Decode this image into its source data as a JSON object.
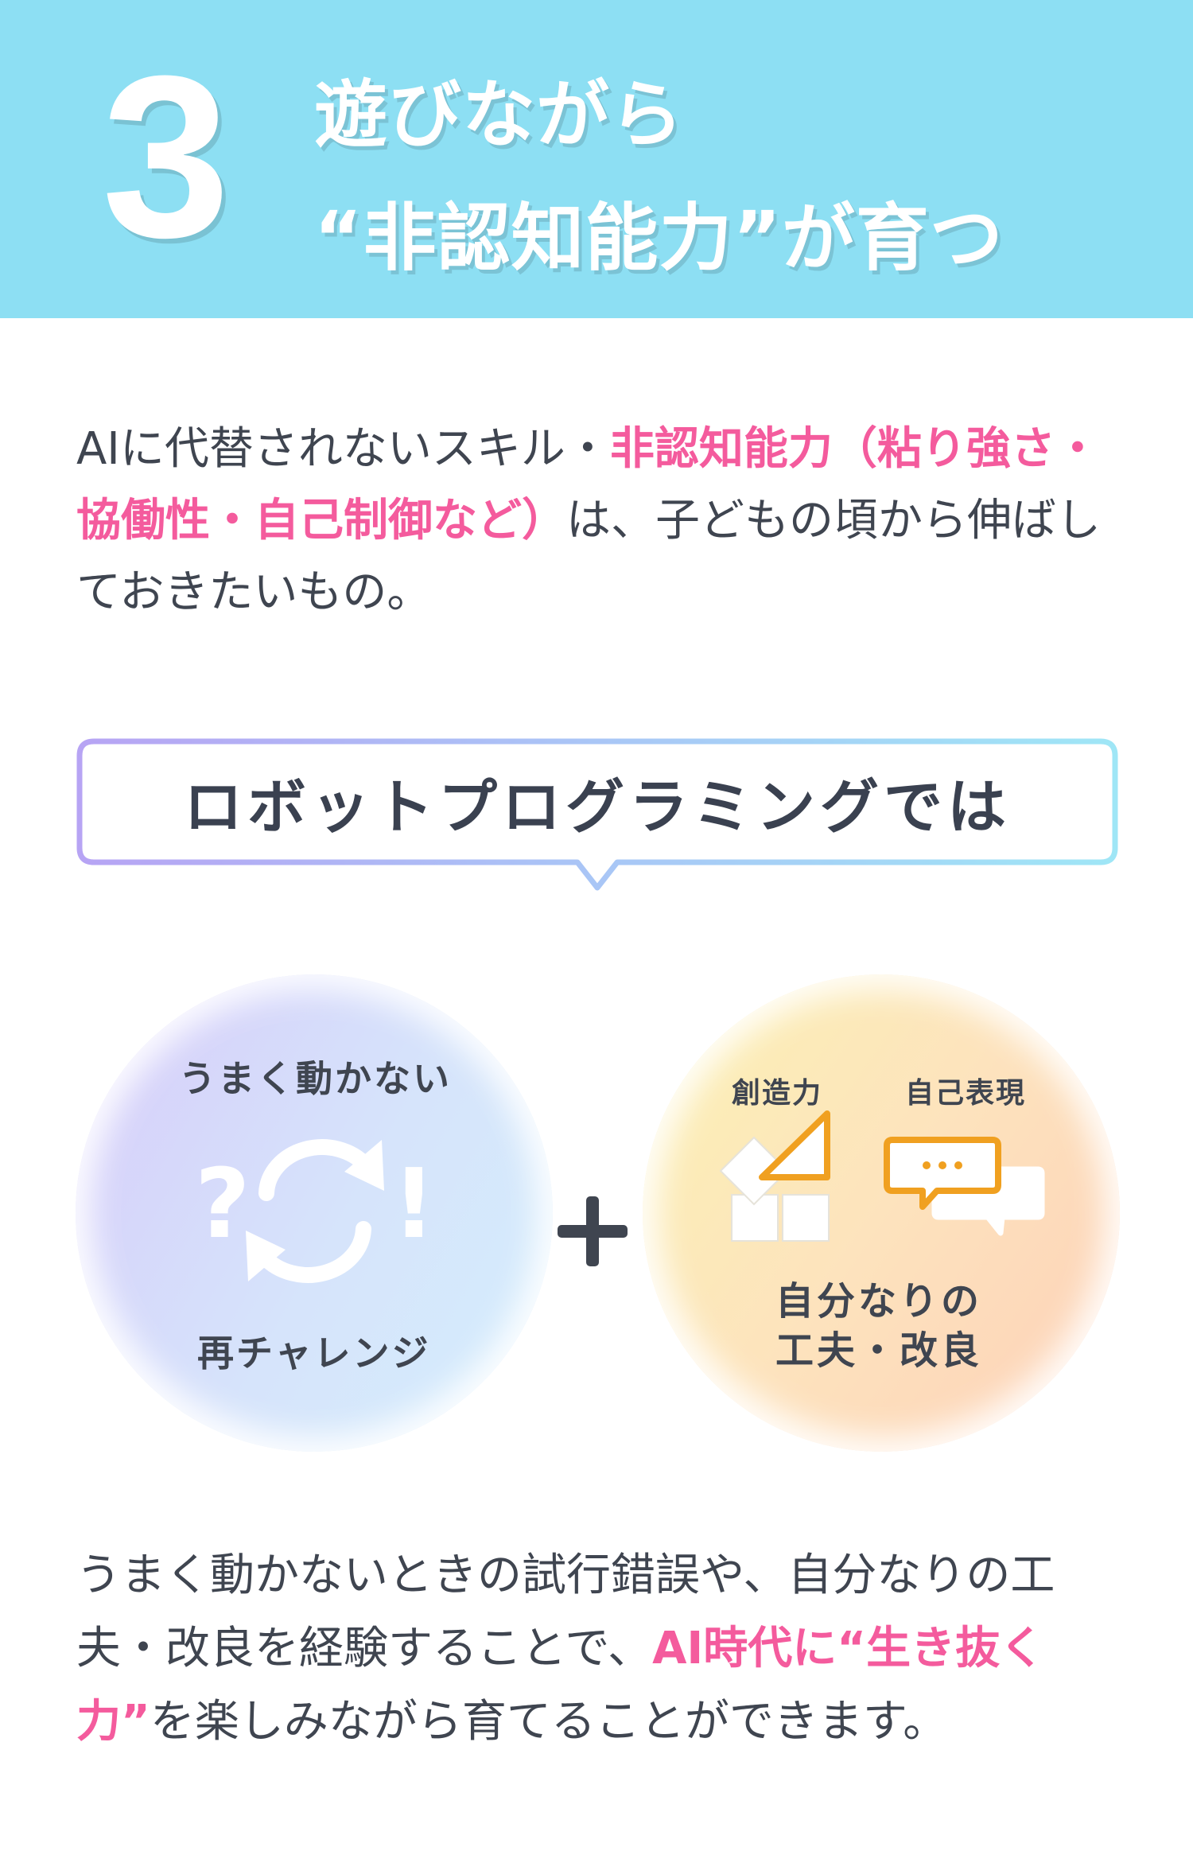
{
  "header": {
    "number": "3",
    "title_line1": "遊びながら",
    "title_line2": "“非認知能力”が育つ"
  },
  "intro": {
    "text_before": "AIに代替されないスキル・",
    "highlight": "非認知能力（粘り強さ・協働性・自己制御など）",
    "text_after": "は、子どもの頃から伸ばしておきたいもの。"
  },
  "bubble": {
    "label": "ロボットプログラミングでは"
  },
  "left_circle": {
    "top_label": "うまく動かない",
    "bottom_label": "再チャレンジ",
    "question_mark": "?",
    "exclamation_mark": "!"
  },
  "plus_symbol": "+",
  "right_circle": {
    "creativity_label": "創造力",
    "expression_label": "自己表現",
    "bottom_line1": "自分なりの",
    "bottom_line2": "工夫・改良"
  },
  "outro": {
    "text_before": "うまく動かないときの試行錯誤や、自分なりの工夫・改良を経験することで、",
    "highlight": "AI時代に“生き抜く力”",
    "text_after": "を楽しみながら育てることができます。"
  },
  "colors": {
    "header_bg": "#8ddff3",
    "highlight_pink": "#f45b9d",
    "text_dark": "#3f4550",
    "icon_orange": "#f0a020"
  }
}
